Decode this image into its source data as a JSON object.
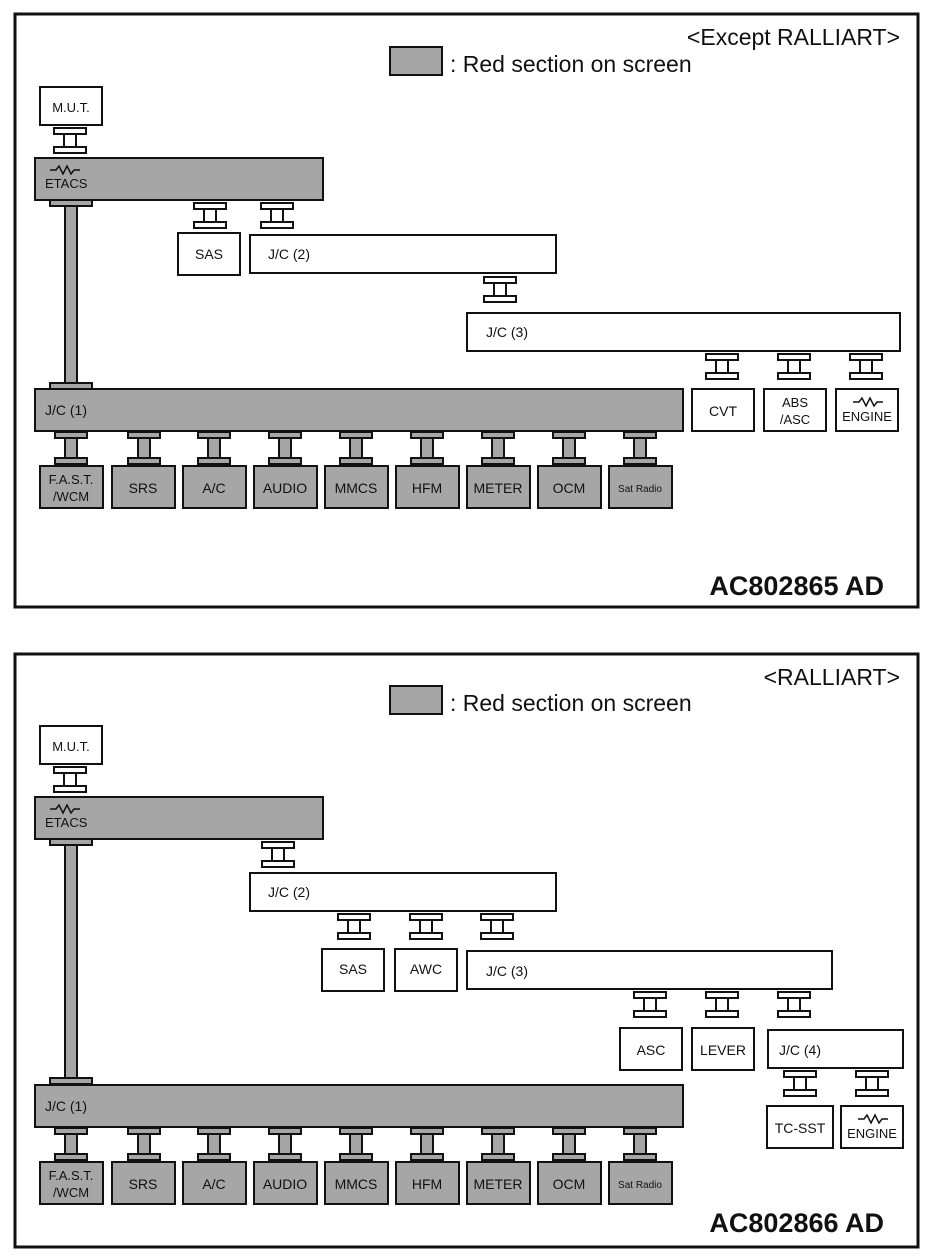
{
  "colors": {
    "red_section": "#a6a6a6",
    "white": "#ffffff",
    "line": "#111111"
  },
  "legend_text": ": Red section on screen",
  "diagram_top": {
    "variant": "<Except RALLIART>",
    "code": "AC802865 AD",
    "mut": "M.U.T.",
    "etacs": "ETACS",
    "sas": "SAS",
    "jc2": "J/C (2)",
    "jc3": "J/C (3)",
    "jc1": "J/C (1)",
    "cvt": "CVT",
    "abs_1": "ABS",
    "abs_2": "/ASC",
    "engine": "ENGINE",
    "fast_1": "F.A.S.T.",
    "fast_2": "/WCM",
    "srs": "SRS",
    "ac": "A/C",
    "audio": "AUDIO",
    "mmcs": "MMCS",
    "hfm": "HFM",
    "meter": "METER",
    "ocm": "OCM",
    "sat": "Sat Radio"
  },
  "diagram_bottom": {
    "variant": "<RALLIART>",
    "code": "AC802866 AD",
    "mut": "M.U.T.",
    "etacs": "ETACS",
    "jc2": "J/C (2)",
    "sas": "SAS",
    "awc": "AWC",
    "jc3": "J/C (3)",
    "asc": "ASC",
    "lever": "LEVER",
    "jc4": "J/C (4)",
    "tcsst": "TC-SST",
    "engine": "ENGINE",
    "jc1": "J/C (1)",
    "fast_1": "F.A.S.T.",
    "fast_2": "/WCM",
    "srs": "SRS",
    "ac": "A/C",
    "audio": "AUDIO",
    "mmcs": "MMCS",
    "hfm": "HFM",
    "meter": "METER",
    "ocm": "OCM",
    "sat": "Sat Radio"
  }
}
